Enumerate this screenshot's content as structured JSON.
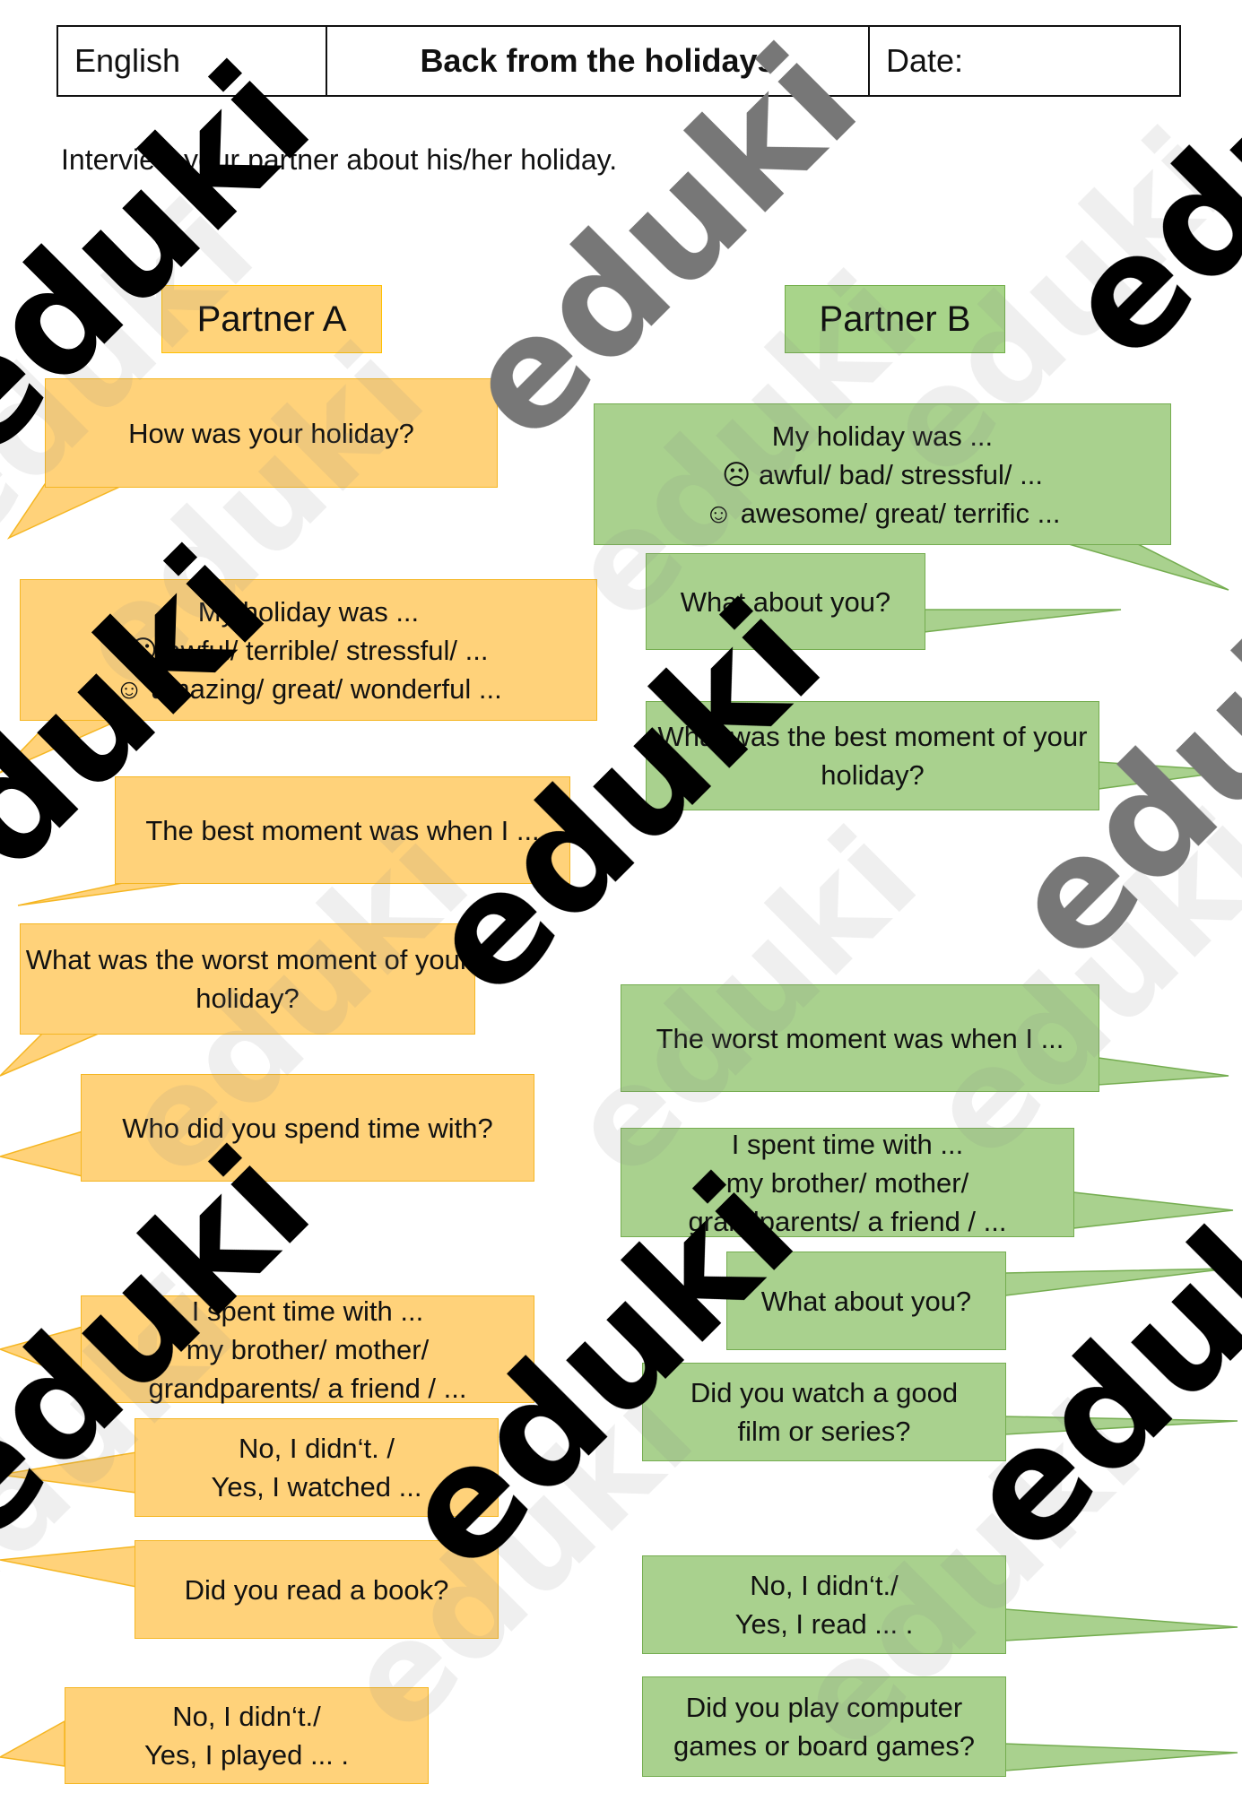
{
  "header": {
    "subject": "English",
    "title": "Back from the holidays",
    "date_label": "Date:"
  },
  "instruction": "Interview your partner about his/her holiday.",
  "labels": {
    "partner_a": "Partner A",
    "partner_b": "Partner B"
  },
  "partner_a": [
    "How was your holiday?",
    "My holiday was ...\n☹  awful/ terrible/ stressful/ ...\n☺  amazing/ great/ wonderful ...",
    "The best moment was when I ...",
    "What was the worst moment of your holiday?",
    "Who did you spend time with?",
    "I spent time with ...\nmy brother/ mother/\ngrandparents/ a friend / ...",
    "No, I didn‘t. /\nYes, I watched ...",
    "Did you read a book?",
    "No, I didn‘t./\nYes, I played ... ."
  ],
  "partner_b": [
    "My holiday was ...\n☹  awful/ bad/ stressful/ ...\n☺  awesome/ great/ terrific ...",
    "What about you?",
    "What was the best moment of your holiday?",
    "The worst moment was when I ...",
    "I spent time with ...\nmy brother/ mother/\ngrandparents/ a friend / ...",
    "What about you?",
    "Did you watch a good\nfilm or series?",
    "No, I didn‘t./\nYes, I read ... .",
    "Did you play computer\ngames or board games?"
  ],
  "watermark": "eduki",
  "colors": {
    "partner_a_fill": "#ffd27a",
    "partner_a_border": "#f5b622",
    "partner_b_fill": "#a9d18e",
    "partner_b_border": "#75ad50"
  }
}
